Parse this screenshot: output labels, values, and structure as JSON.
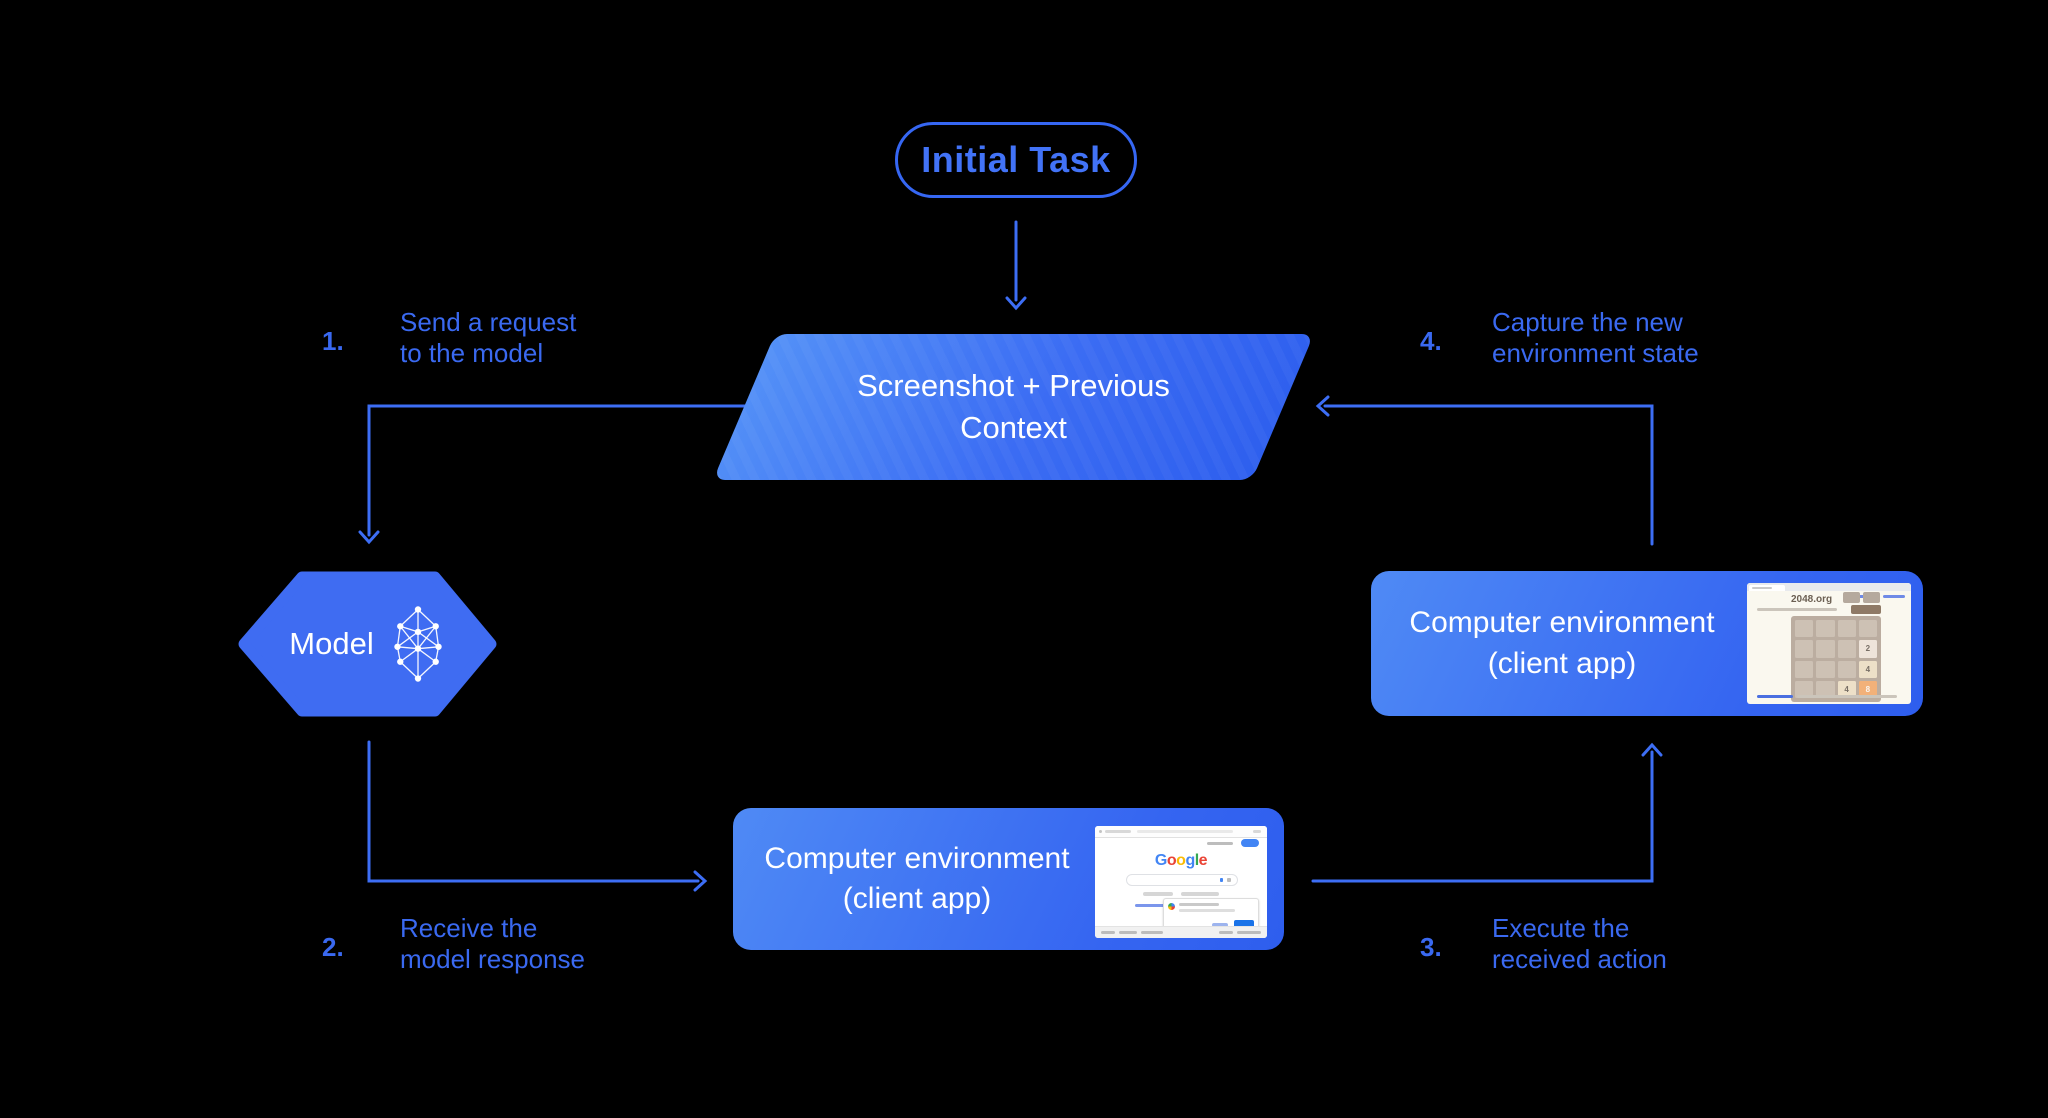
{
  "title_pill": {
    "label": "Initial Task"
  },
  "parallelogram": {
    "label": "Screenshot + Previous\nContext"
  },
  "model": {
    "label": "Model"
  },
  "env_boxes": {
    "bottom": {
      "label": "Computer environment\n(client app)"
    },
    "right": {
      "label": "Computer environment\n(client app)"
    }
  },
  "steps": [
    {
      "number": "1.",
      "text": "Send a request\nto the model"
    },
    {
      "number": "2.",
      "text": "Receive the\nmodel response"
    },
    {
      "number": "3.",
      "text": "Execute the\nreceived action"
    },
    {
      "number": "4.",
      "text": "Capture the new\nenvironment state"
    }
  ],
  "thumbnails": {
    "google": {
      "logo": "Google",
      "logo_colors": [
        "#4285F4",
        "#EA4335",
        "#FBBC05",
        "#4285F4",
        "#34A853",
        "#EA4335"
      ]
    },
    "game_2048": {
      "title": "2048.org",
      "tiles": [
        "",
        "",
        "",
        "",
        "",
        "",
        "",
        "2",
        "",
        "",
        "",
        "4",
        "",
        "",
        "4",
        "8"
      ]
    }
  },
  "colors": {
    "background": "#000000",
    "arrow_blue": "#3D6EF5",
    "label_blue": "#3A69F0",
    "shape_gradient_start": "#4F8AF5",
    "shape_gradient_end": "#2E5EEE",
    "white_text": "#FFFFFF",
    "tile_orange": "#F2B179"
  }
}
